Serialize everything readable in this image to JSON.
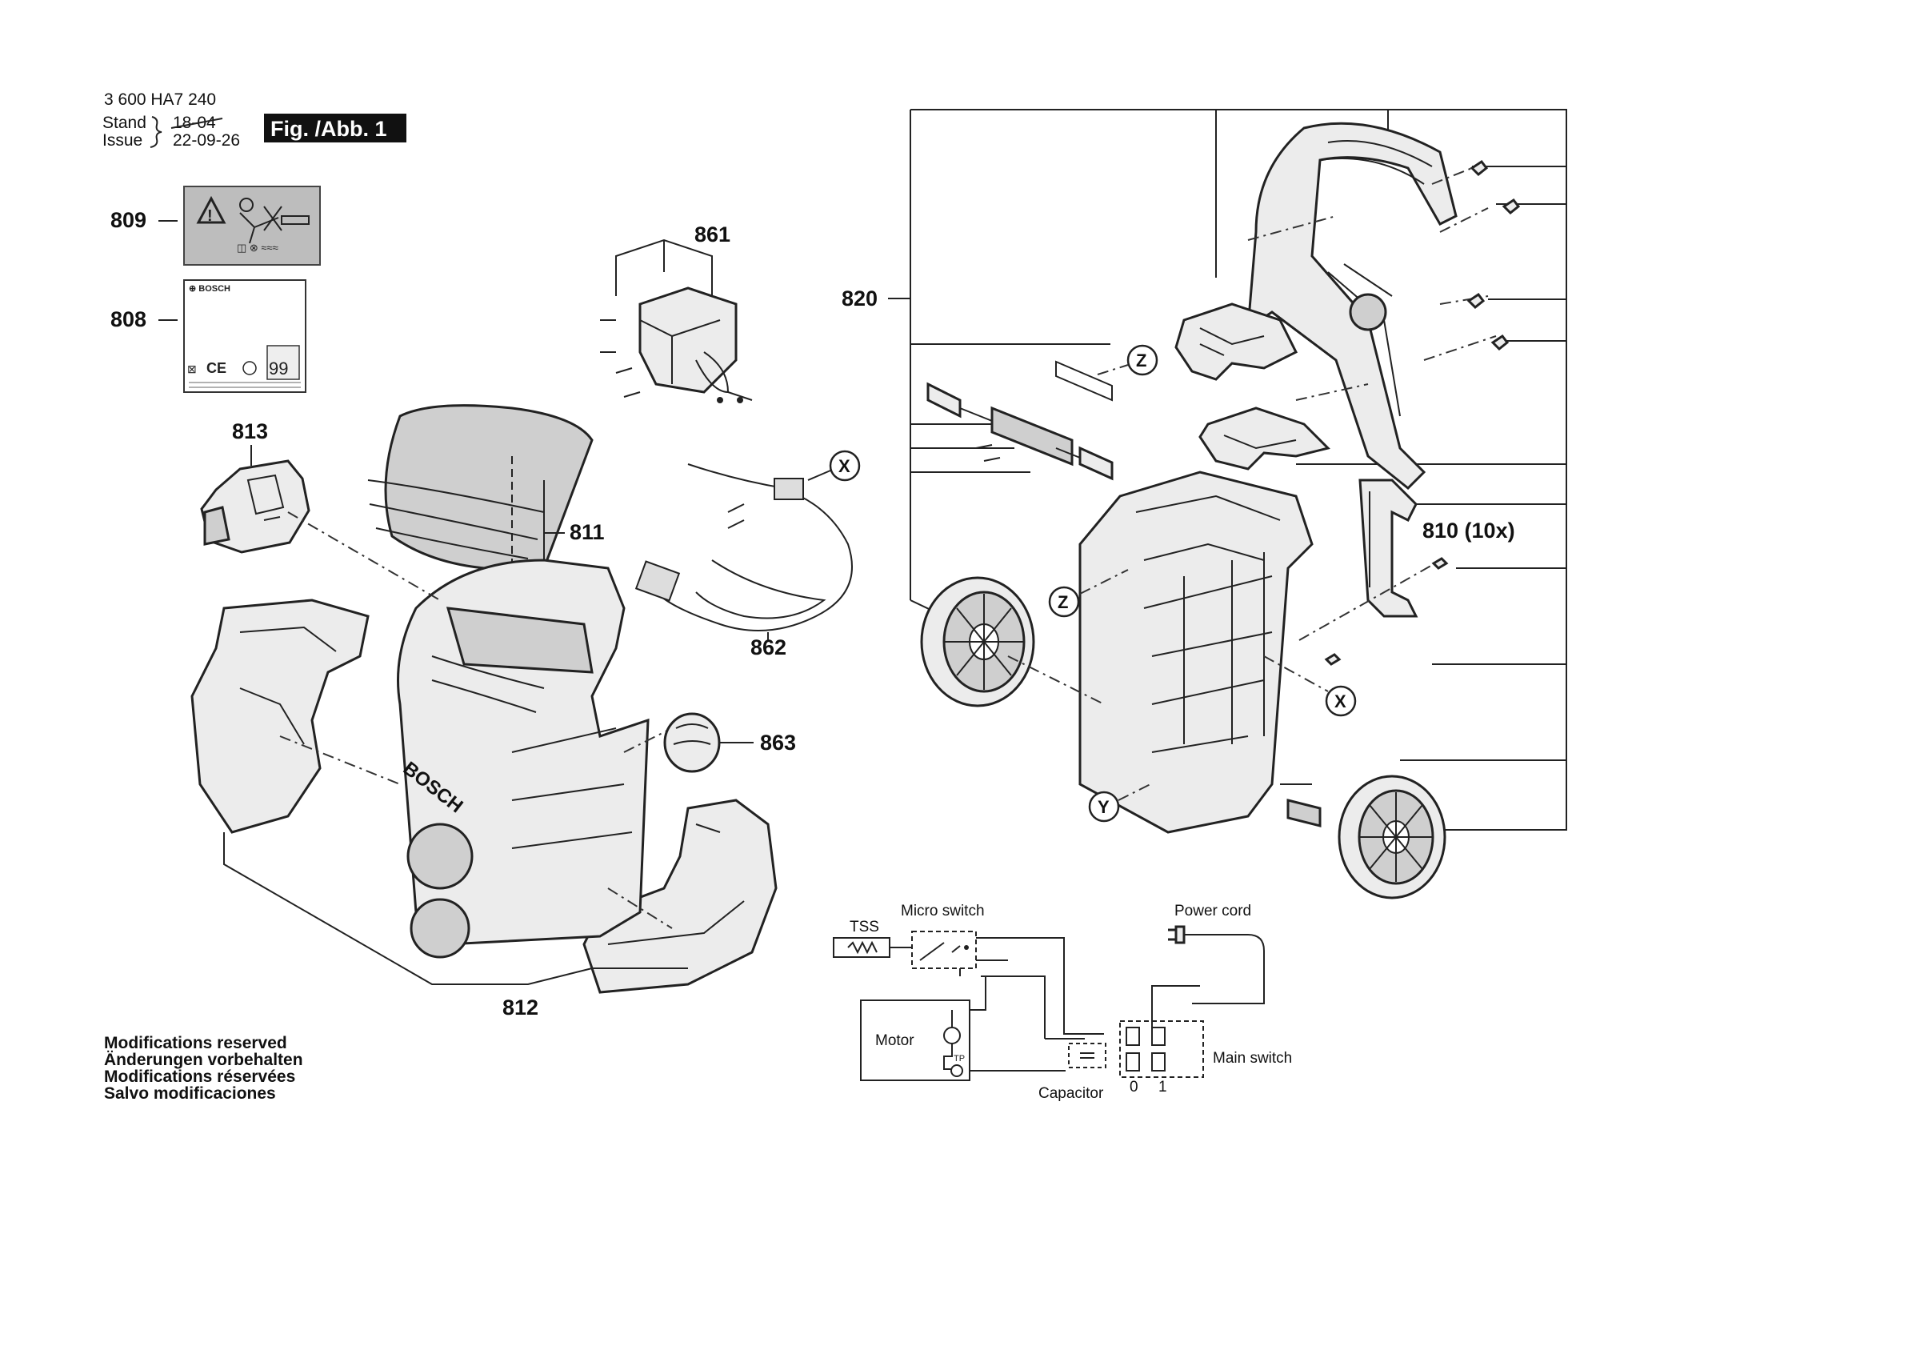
{
  "header": {
    "doc_number": "3 600 HA7 240",
    "stand_label": "Stand",
    "issue_label": "Issue",
    "old_date": "18-04",
    "new_date": "22-09-26",
    "fig_label": "Fig. /Abb. 1"
  },
  "labels": {
    "p809": "809",
    "p808": "808",
    "p861": "861",
    "p813": "813",
    "p811": "811",
    "p862": "862",
    "p863": "863",
    "p812": "812",
    "p820": "820",
    "p810": "810 (10x)"
  },
  "label_808": {
    "brand": "⊕ BOSCH",
    "ce": "CE",
    "num": "99"
  },
  "markers": {
    "x": "X",
    "y": "Y",
    "z": "Z"
  },
  "housing_logo": "BOSCH",
  "notes": [
    "Modifications reserved",
    "Änderungen vorbehalten",
    "Modifications réservées",
    "Salvo modificaciones"
  ],
  "wiring": {
    "tss": "TSS",
    "micro_switch": "Micro switch",
    "power_cord": "Power cord",
    "motor": "Motor",
    "tp": "TP",
    "capacitor": "Capacitor",
    "main_switch": "Main switch",
    "pos0": "0",
    "pos1": "1"
  }
}
